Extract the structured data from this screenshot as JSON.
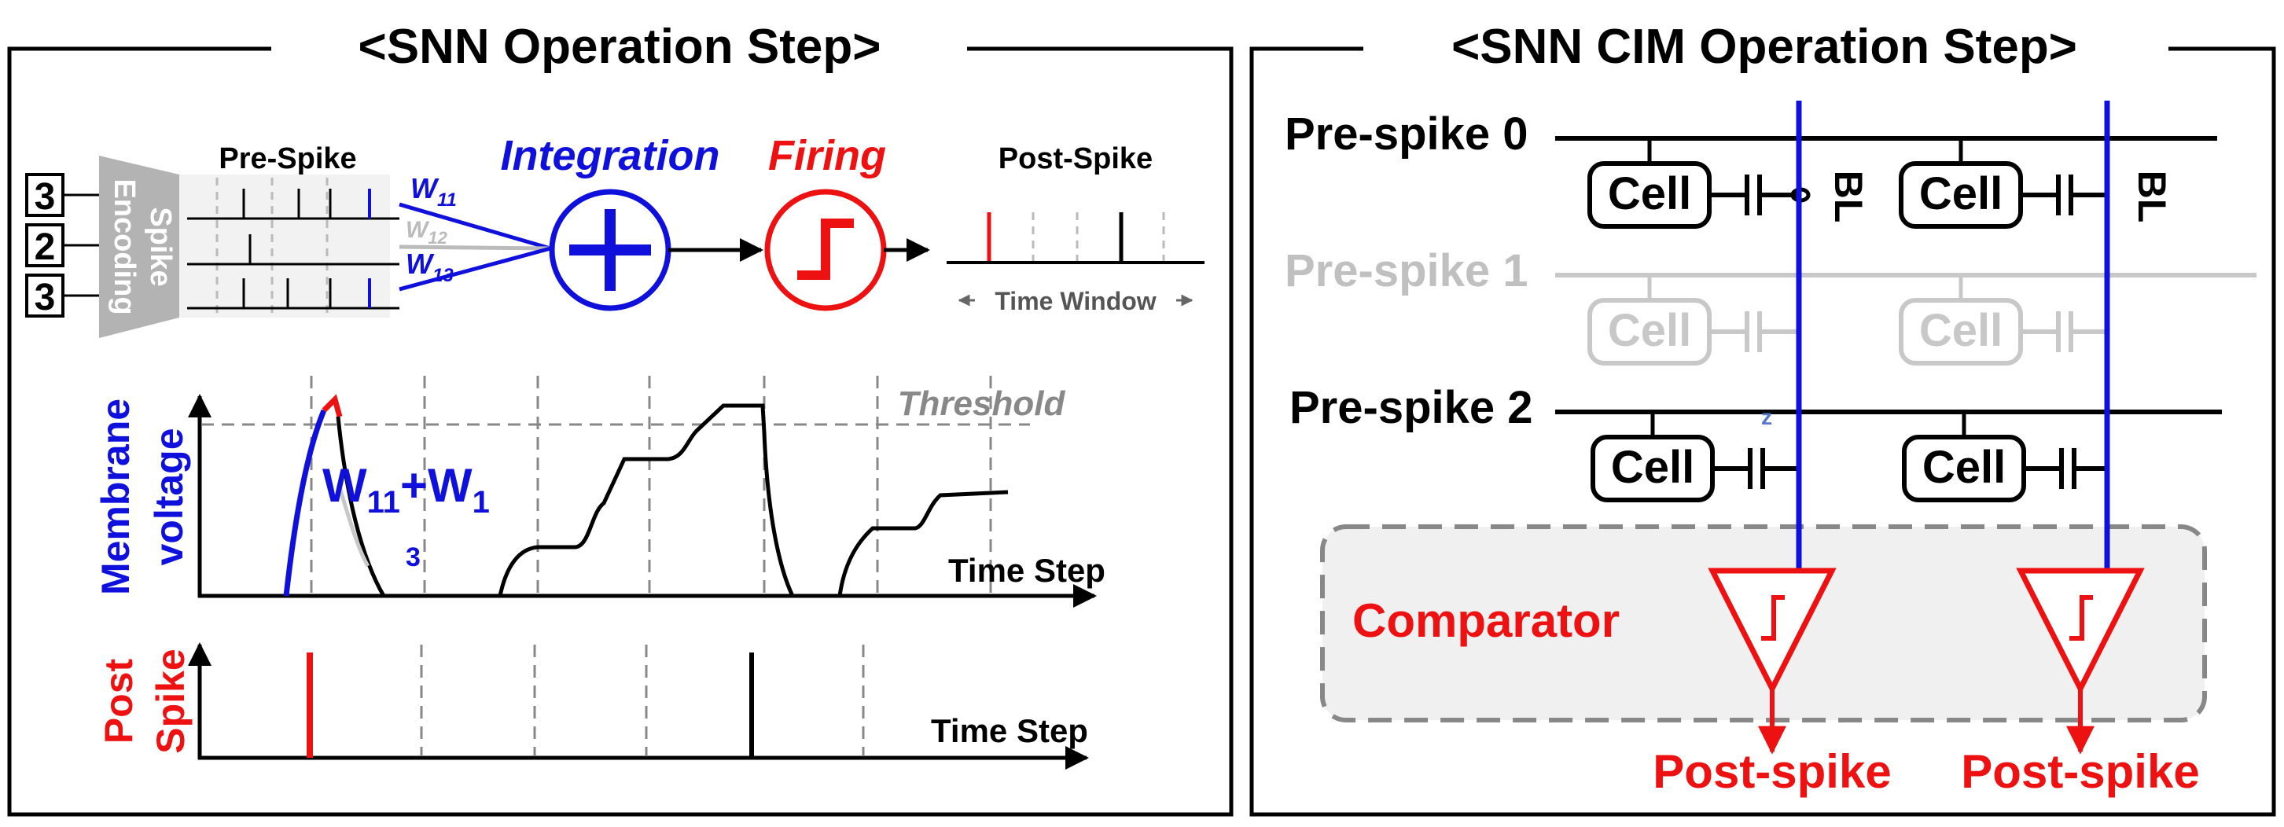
{
  "left_panel": {
    "title": "<SNN Operation Step>",
    "inputs": [
      "3",
      "2",
      "3"
    ],
    "encoder_label_1": "Spike",
    "encoder_label_2": "Encoding",
    "pre_spike_label": "Pre-Spike",
    "weights": [
      {
        "base": "W",
        "sub": "11",
        "color": "#1010dd"
      },
      {
        "base": "W",
        "sub": "12",
        "color": "#bbbbbb"
      },
      {
        "base": "W",
        "sub": "13",
        "color": "#1010dd"
      }
    ],
    "integration_label": "Integration",
    "firing_label": "Firing",
    "post_spike_label": "Post-Spike",
    "time_window_label": "Time Window",
    "membrane_ylabel_1": "Membrane",
    "membrane_ylabel_2": "voltage",
    "threshold_label": "Threshold",
    "sum_label_main": "W",
    "sum_label_sub1": "11",
    "sum_label_plus": "+W",
    "sum_label_sub2": "1",
    "sum_label_sub3": "3",
    "time_step_label": "Time Step",
    "post_ylabel_1": "Post",
    "post_ylabel_2": "Spike",
    "post_time_step_label": "Time Step"
  },
  "right_panel": {
    "title": "<SNN CIM Operation Step>",
    "rows": [
      {
        "label": "Pre-spike 0",
        "color": "#000000"
      },
      {
        "label": "Pre-spike 1",
        "color": "#c0c0c0"
      },
      {
        "label": "Pre-spike 2",
        "color": "#000000"
      }
    ],
    "cell_label": "Cell",
    "bl_label": "BL",
    "stray_mark": "z",
    "comparator_label": "Comparator",
    "outputs": [
      "Post-spike",
      "Post-spike"
    ]
  },
  "colors": {
    "blue": "#1010dd",
    "red": "#ee1111",
    "gray": "#bbbbbb",
    "dashed": "#888888",
    "comparator_fill": "#f0f0f0"
  }
}
